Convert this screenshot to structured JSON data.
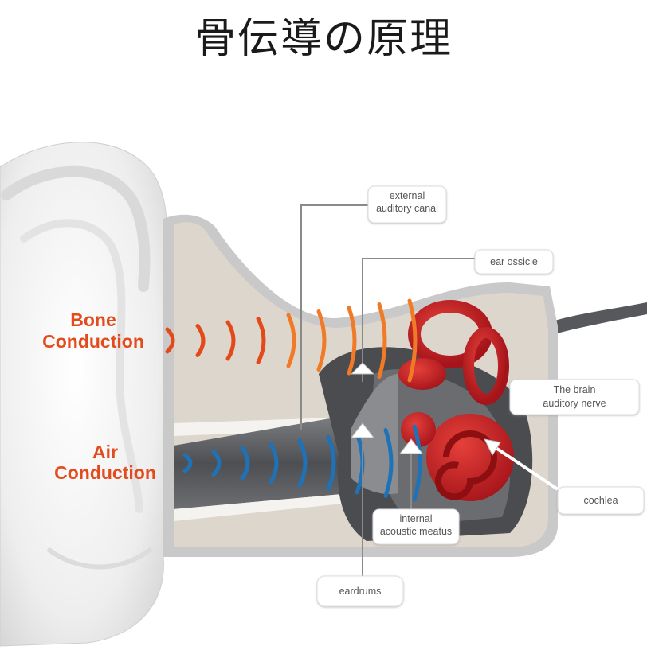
{
  "title": "骨伝導の原理",
  "labels": {
    "bone_line1": "Bone",
    "bone_line2": "Conduction",
    "air_line1": "Air",
    "air_line2": "Conduction"
  },
  "callouts": {
    "external_canal": [
      "external",
      "auditory canal"
    ],
    "ear_ossicle": [
      "ear ossicle"
    ],
    "brain_nerve": [
      "The brain",
      "auditory nerve"
    ],
    "cochlea": [
      "cochlea"
    ],
    "internal_meatus": [
      "internal",
      "acoustic meatus"
    ],
    "eardrums": [
      "eardrums"
    ]
  },
  "colors": {
    "bone_text": "#e34b1c",
    "bone_wave": "#f07a25",
    "bone_wave_dark": "#e24a1a",
    "air_text": "#e34b1c",
    "air_wave": "#1e72b8",
    "cochlea": "#c8201e",
    "tissue": "#ddd6cc",
    "ear_skin": "#f2f2f2",
    "canal": "#5d5f62"
  }
}
